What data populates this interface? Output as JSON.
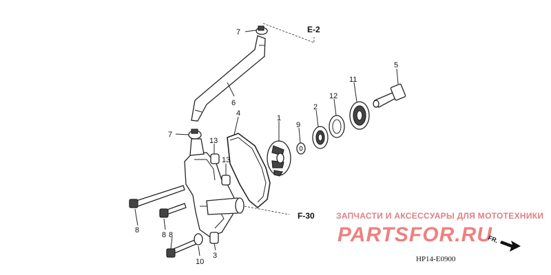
{
  "callouts": [
    {
      "id": "c7a",
      "text": "7"
    },
    {
      "id": "c6",
      "text": "6"
    },
    {
      "id": "c4",
      "text": "4"
    },
    {
      "id": "c1",
      "text": "1"
    },
    {
      "id": "c9",
      "text": "9"
    },
    {
      "id": "c2",
      "text": "2"
    },
    {
      "id": "c12",
      "text": "12"
    },
    {
      "id": "c11",
      "text": "11"
    },
    {
      "id": "c5",
      "text": "5"
    },
    {
      "id": "c7b",
      "text": "7"
    },
    {
      "id": "c13a",
      "text": "13"
    },
    {
      "id": "c13b",
      "text": "13"
    },
    {
      "id": "c8a",
      "text": "8"
    },
    {
      "id": "c8b",
      "text": "8"
    },
    {
      "id": "c8c",
      "text": "8"
    },
    {
      "id": "c10",
      "text": "10"
    },
    {
      "id": "c3",
      "text": "3"
    }
  ],
  "references": {
    "e2": "E-2",
    "f30": "F-30"
  },
  "watermark": {
    "title": "ЗАПЧАСТИ И АКСЕССУАРЫ ДЛЯ МОТОТЕХНИКИ",
    "logo": "PARTSFOR.RU"
  },
  "diagram_code": "HP14-E0900",
  "front_marker": "FR.",
  "colors": {
    "watermark": "#ee8080",
    "ink": "#222222"
  }
}
